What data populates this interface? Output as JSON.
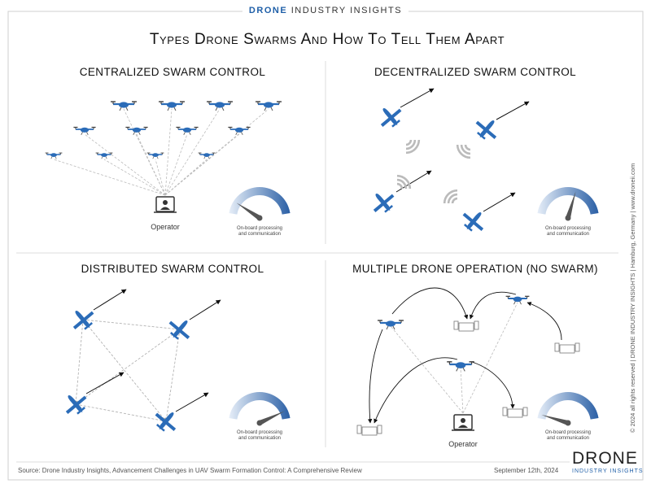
{
  "header": {
    "brand_bold": "DRONE",
    "brand_rest": "INDUSTRY INSIGHTS"
  },
  "title": "Types Drone Swarms And How To Tell Them Apart",
  "quadrants": {
    "centralized": {
      "title": "CENTRALIZED SWARM CONTROL",
      "operator_label": "Operator",
      "gauge_line1": "On-board processing",
      "gauge_line2": "and communication",
      "gauge_level": 0.15
    },
    "decentralized": {
      "title": "DECENTRALIZED SWARM CONTROL",
      "gauge_line1": "On-board processing",
      "gauge_line2": "and communication",
      "gauge_level": 0.6
    },
    "distributed": {
      "title": "DISTRIBUTED SWARM CONTROL",
      "gauge_line1": "On-board processing",
      "gauge_line2": "and communication",
      "gauge_level": 0.9
    },
    "multiple": {
      "title": "MULTIPLE DRONE OPERATION (NO SWARM)",
      "operator_label": "Operator",
      "gauge_line1": "On-board processing",
      "gauge_line2": "and communication",
      "gauge_level": 0.05
    }
  },
  "footer": {
    "source": "Source: Drone Industry Insights, Advancement Challenges in UAV Swarm Formation Control: A Comprehensive Review",
    "date": "September 12th, 2024",
    "logo_big": "DRONE",
    "logo_small": "INDUSTRY INSIGHTS"
  },
  "side_text": "© 2024 all rights reserved  |  DRONE INDUSTRY INSIGHTS  |  Hamburg, Germany  |  www.droneii.com",
  "colors": {
    "drone_blue": "#2b6cb8",
    "gauge_dark": "#2a5fa5",
    "gauge_light": "#dce8f5",
    "border": "#cfcfcf"
  }
}
